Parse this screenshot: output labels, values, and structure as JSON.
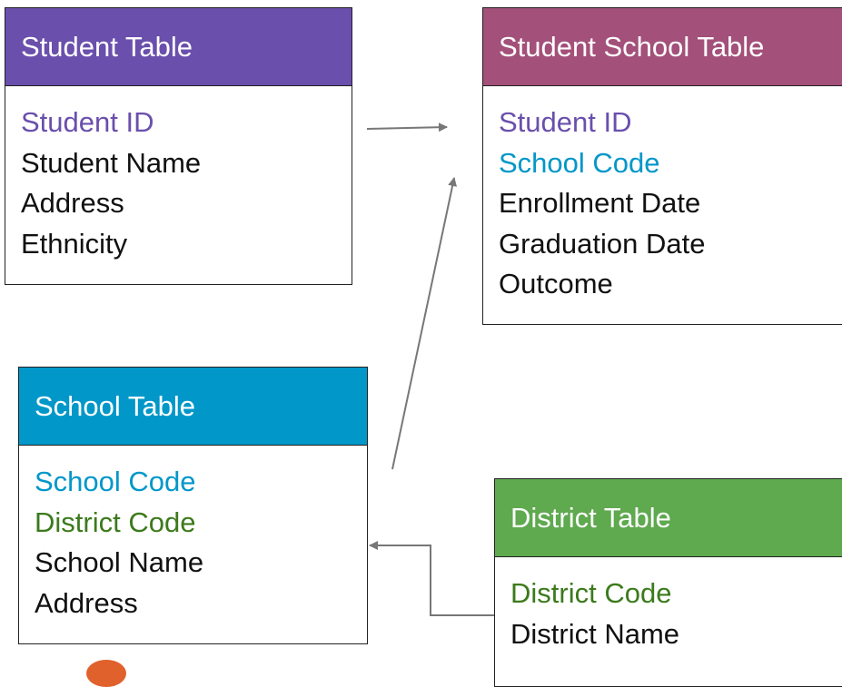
{
  "colors": {
    "student": "#6a4fac",
    "student_school": "#a3507a",
    "school": "#0197c9",
    "district": "#5fa94f",
    "district_key": "#3c7a1c",
    "arrow": "#777777"
  },
  "tables": {
    "student": {
      "title": "Student Table",
      "fields": [
        "Student ID",
        "Student Name",
        "Address",
        "Ethnicity"
      ]
    },
    "student_school": {
      "title": "Student School Table",
      "fields": [
        "Student ID",
        "School Code",
        "Enrollment Date",
        "Graduation Date",
        "Outcome"
      ]
    },
    "school": {
      "title": "School Table",
      "fields": [
        "School Code",
        "District Code",
        "School Name",
        "Address"
      ]
    },
    "district": {
      "title": "District Table",
      "fields": [
        "District Code",
        "District Name"
      ]
    }
  }
}
